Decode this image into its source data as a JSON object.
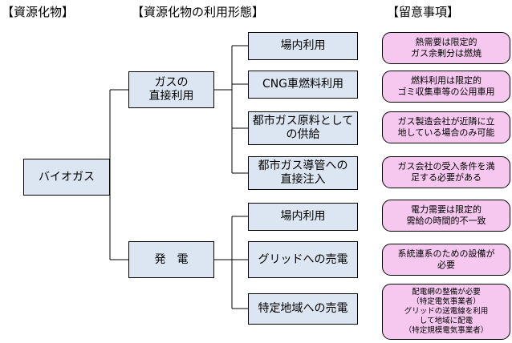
{
  "headers": {
    "resource": "【資源化物】",
    "usage": "【資源化物の利用形態】",
    "notes": "【留意事項】"
  },
  "root": {
    "label": "バイオガス"
  },
  "branches": {
    "gas": "ガスの\n直接利用",
    "power": "発　電"
  },
  "usages": [
    {
      "label": "場内利用",
      "note": "熱需要は限定的\nガス余剰分は燃焼"
    },
    {
      "label": "CNG車燃料利用",
      "note": "燃料利用は限定的\nゴミ収集車等の公用車用"
    },
    {
      "label": "都市ガス原料として\nの供給",
      "note": "ガス製造会社が近隣に立\n地している場合のみ可能"
    },
    {
      "label": "都市ガス導管への\n直接注入",
      "note": "ガス会社の受入条件を満\n足する必要がある"
    },
    {
      "label": "場内利用",
      "note": "電力需要は限定的\n需給の時間的不一致"
    },
    {
      "label": "グリッドへの売電",
      "note": "系統連系のための設備が\n必要"
    },
    {
      "label": "特定地域への売電",
      "note": "配電網の整備が必要\n（特定電気事業者）\nグリッドの送電線を利用\nして地域に配電\n（特定規模電気事業者）"
    }
  ],
  "colors": {
    "box_fill": "#dce6f2",
    "note_fill": "#f6c8f0",
    "line": "#000000"
  }
}
